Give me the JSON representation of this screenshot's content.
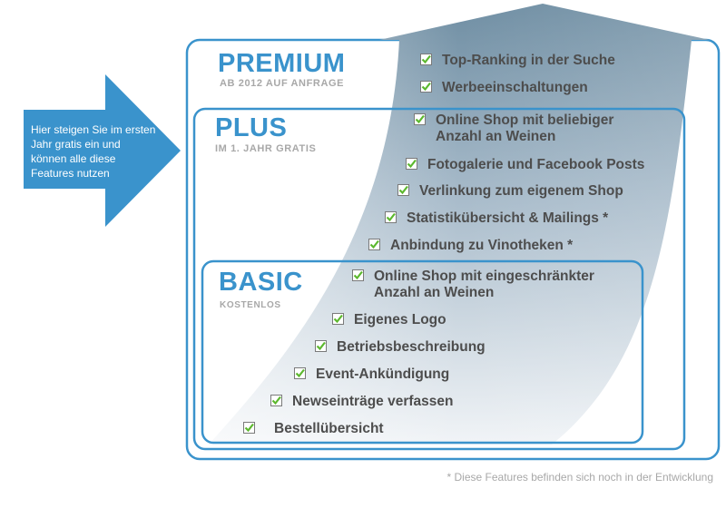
{
  "arrow": {
    "text": "Hier steigen Sie im ersten Jahr gratis ein und können alle diese Features nutzen"
  },
  "tiers": {
    "premium": {
      "title": "PREMIUM",
      "subtitle": "AB 2012 AUF ANFRAGE"
    },
    "plus": {
      "title": "PLUS",
      "subtitle": "IM 1. JAHR GRATIS"
    },
    "basic": {
      "title": "BASIC",
      "subtitle": "KOSTENLOS"
    }
  },
  "features": {
    "premium": [
      "Top-Ranking in der Suche",
      "Werbeeinschaltungen"
    ],
    "plus": [
      "Online Shop mit beliebiger\nAnzahl an Weinen",
      "Fotogalerie und Facebook Posts",
      "Verlinkung zum eigenem Shop",
      "Statistikübersicht & Mailings *",
      "Anbindung zu Vinotheken *"
    ],
    "basic": [
      "Online Shop mit eingeschränkter\nAnzahl an Weinen",
      "Eigenes Logo",
      "Betriebsbeschreibung",
      "Event-Ankündigung",
      "Newseinträge verfassen",
      "Bestellübersicht"
    ]
  },
  "footnote": "* Diese Features befinden sich noch in der Entwicklung",
  "colors": {
    "accent": "#3a93cc",
    "check": "#5cb82e",
    "subtitle": "#a8a8a8",
    "text": "#4d4d4d"
  }
}
